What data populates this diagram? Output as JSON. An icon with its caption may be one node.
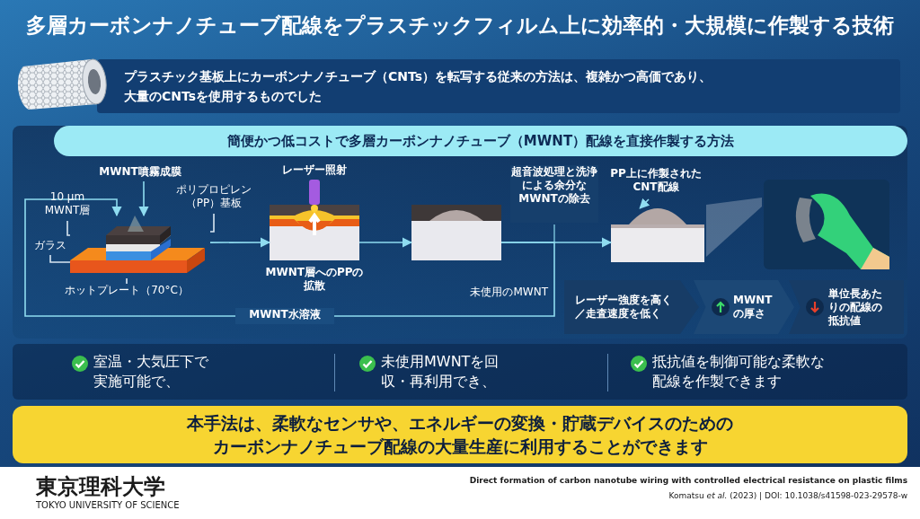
{
  "diagram": {
    "title": "多層カーボンナノチューブ配線をプラスチックフィルム上に効率的・大規模に作製する技術",
    "nodes": [
      {
        "text": [
          "プラスチック基板上にカーボンナノチューブ（CNTs）を転写する従来の方法は、複雑かつ高価であり、大量のCNTsを使用するものでした"
        ]
      },
      {
        "text": [
          "簡便かつ低コストで多層カーボンナノチューブ（MWNT）配線を直接作製する方法"
        ]
      },
      {
        "text": [
          "MWNT噴霧成膜"
        ],
        "in": 1
      },
      {
        "text": [],
        "shape": "picture",
        "in": 1
      },
      {
        "text": [
          "10 µm MWNT層"
        ],
        "in": 1
      },
      {
        "text": [
          "ガラス"
        ],
        "in": 1
      },
      {
        "text": [
          "ポリプロピレン（PP）基板"
        ],
        "in": 1
      },
      {
        "text": [
          "ホットプレート（70°C）"
        ],
        "in": 1
      },
      {
        "text": [],
        "shape": "picture",
        "in": 1,
        "beside": [
          "レーザー照射",
          "MWNT層へのPPの拡散"
        ]
      },
      {
        "text": [],
        "shape": "picture",
        "in": 1
      },
      {
        "text": [
          "PP上に作製されたCNT配線"
        ],
        "in": 1
      },
      {
        "text": [],
        "shape": "picture",
        "in": 1
      },
      {
        "text": [],
        "shape": "beam",
        "in": 1
      },
      {
        "text": [],
        "shape": "picture",
        "in": 1
      },
      {
        "text": [
          "レーザー強度を高く／走査速度を低く"
        ],
        "in": 1
      },
      {
        "text": [
          "MWNTの厚さ"
        ],
        "in": 1
      },
      {
        "text": [
          "単位長あたりの配線の抵抗値"
        ],
        "in": 1
      },
      {
        "text": [
          "室温・大気圧下で実施可能で、"
        ]
      },
      {
        "text": [
          "未使用MWNTを回収・再利用でき、"
        ]
      },
      {
        "text": [
          "抵抗値を制御可能な柔軟な配線を作製できます"
        ]
      },
      {
        "text": [
          "本手法は、柔軟なセンサや、エネルギーの変換・貯蔵デバイスのためのカーボンナノチューブ配線の大量生産に利用することができます"
        ]
      }
    ],
    "edges": [
      {
        "from": 2,
        "to": 3,
        "arrow": "to"
      },
      {
        "from": 4,
        "to": 3,
        "arrow": "none"
      },
      {
        "from": 5,
        "to": 3,
        "arrow": "none"
      },
      {
        "from": 6,
        "to": 3,
        "arrow": "none"
      },
      {
        "from": 7,
        "to": 3,
        "arrow": "none"
      },
      {
        "from": 3,
        "to": 8,
        "arrow": "to"
      },
      {
        "from": 8,
        "to": 9,
        "arrow": "to"
      },
      {
        "from": 9,
        "to": 11,
        "arrow": "to",
        "label": "超音波処理と洗浄による余分なMWNTの除去"
      },
      {
        "from": 9,
        "to": 3,
        "arrow": "to",
        "label": "MWNT水溶液"
      },
      {
        "from": 10,
        "to": 11,
        "arrow": "to"
      }
    ],
    "labels": [
      "未使用のMWNT",
      "東京理科大学",
      "TOKYO UNIVERSITY OF SCIENCE",
      "Direct formation of carbon nanotube wiring with controlled electrical resistance on plastic films",
      "Komatsu *et al.* (2023) | DOI: 10.1038/s41598-023-29578-w"
    ]
  }
}
